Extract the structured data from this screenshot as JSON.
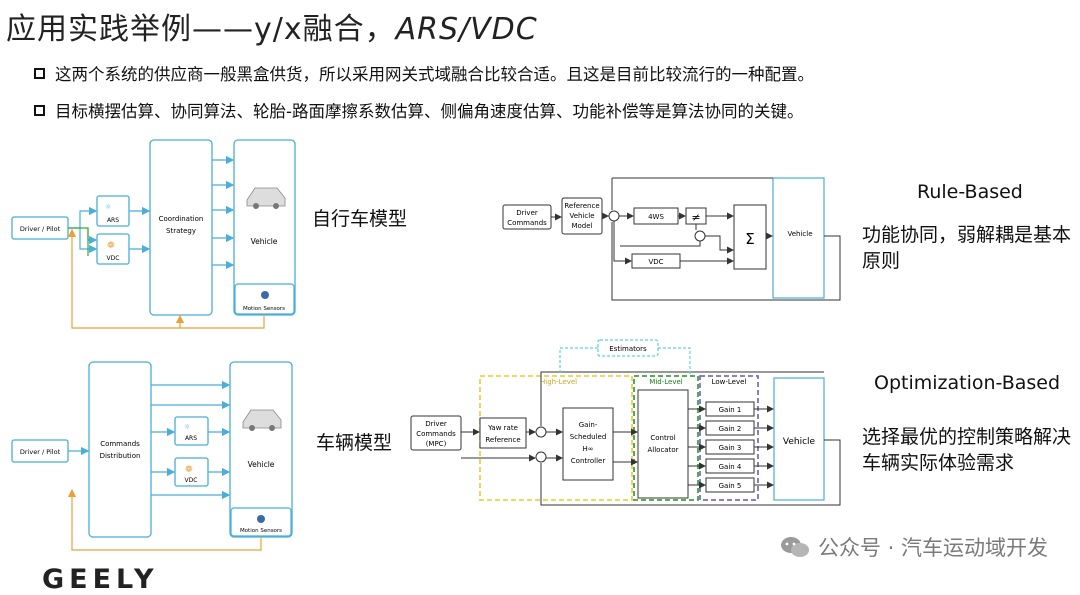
{
  "title": {
    "main": "应用实践举例——y/x融合，",
    "en": "ARS/VDC"
  },
  "bullets": [
    "这两个系统的供应商一般黑盒供货，所以采用网关式域融合比较合适。且这是目前比较流行的一种配置。",
    "目标横摆估算、协同算法、轮胎-路面摩擦系数估算、侧偏角速度估算、功能补偿等是算法协同的关键。"
  ],
  "diagram1": {
    "driver": "Driver / Pilot",
    "ars": "ARS",
    "vdc": "VDC",
    "strategy": "Coordination Strategy",
    "vehicle": "Vehicle",
    "sensors": "Motion Sensors"
  },
  "diagram2": {
    "driver": "Driver / Pilot",
    "commands": "Commands Distribution",
    "ars": "ARS",
    "vdc": "VDC",
    "vehicle": "Vehicle",
    "sensors": "Motion Sensors"
  },
  "label_bicycle": "自行车模型",
  "label_vehicle": "车辆模型",
  "diagram3": {
    "driver": "Driver Commands",
    "reference": "Reference Vehicle Model",
    "fws": "4WS",
    "vdc": "VDC",
    "sum": "Σ",
    "vehicle": "Vehicle"
  },
  "diagram4": {
    "estimators": "Estimators",
    "driver": "Driver Commands (MPC)",
    "yaw_ref": "Yaw rate Reference",
    "controller": "Gain-Scheduled H∞ Controller",
    "allocator": "Control Allocator",
    "high_level": "High-Level",
    "mid_level": "Mid-Level",
    "low_level": "Low-Level",
    "gains": [
      "Gain 1",
      "Gain 2",
      "Gain 3",
      "Gain 4",
      "Gain 5"
    ],
    "vehicle": "Vehicle"
  },
  "rule_based": {
    "heading": "Rule-Based",
    "desc": "功能协同，弱解耦是基本原则"
  },
  "optimization_based": {
    "heading": "Optimization-Based",
    "desc": "选择最优的控制策略解决车辆实际体验需求"
  },
  "watermark": "公众号 · 汽车运动域开发",
  "brand": "GEELY",
  "colors": {
    "box_border": "#4aaed8",
    "orange": "#e8a23a",
    "green": "#3aa83a",
    "yellow": "#f0d04a",
    "purple": "#7a6fc8",
    "cyan": "#5fd0e8"
  }
}
